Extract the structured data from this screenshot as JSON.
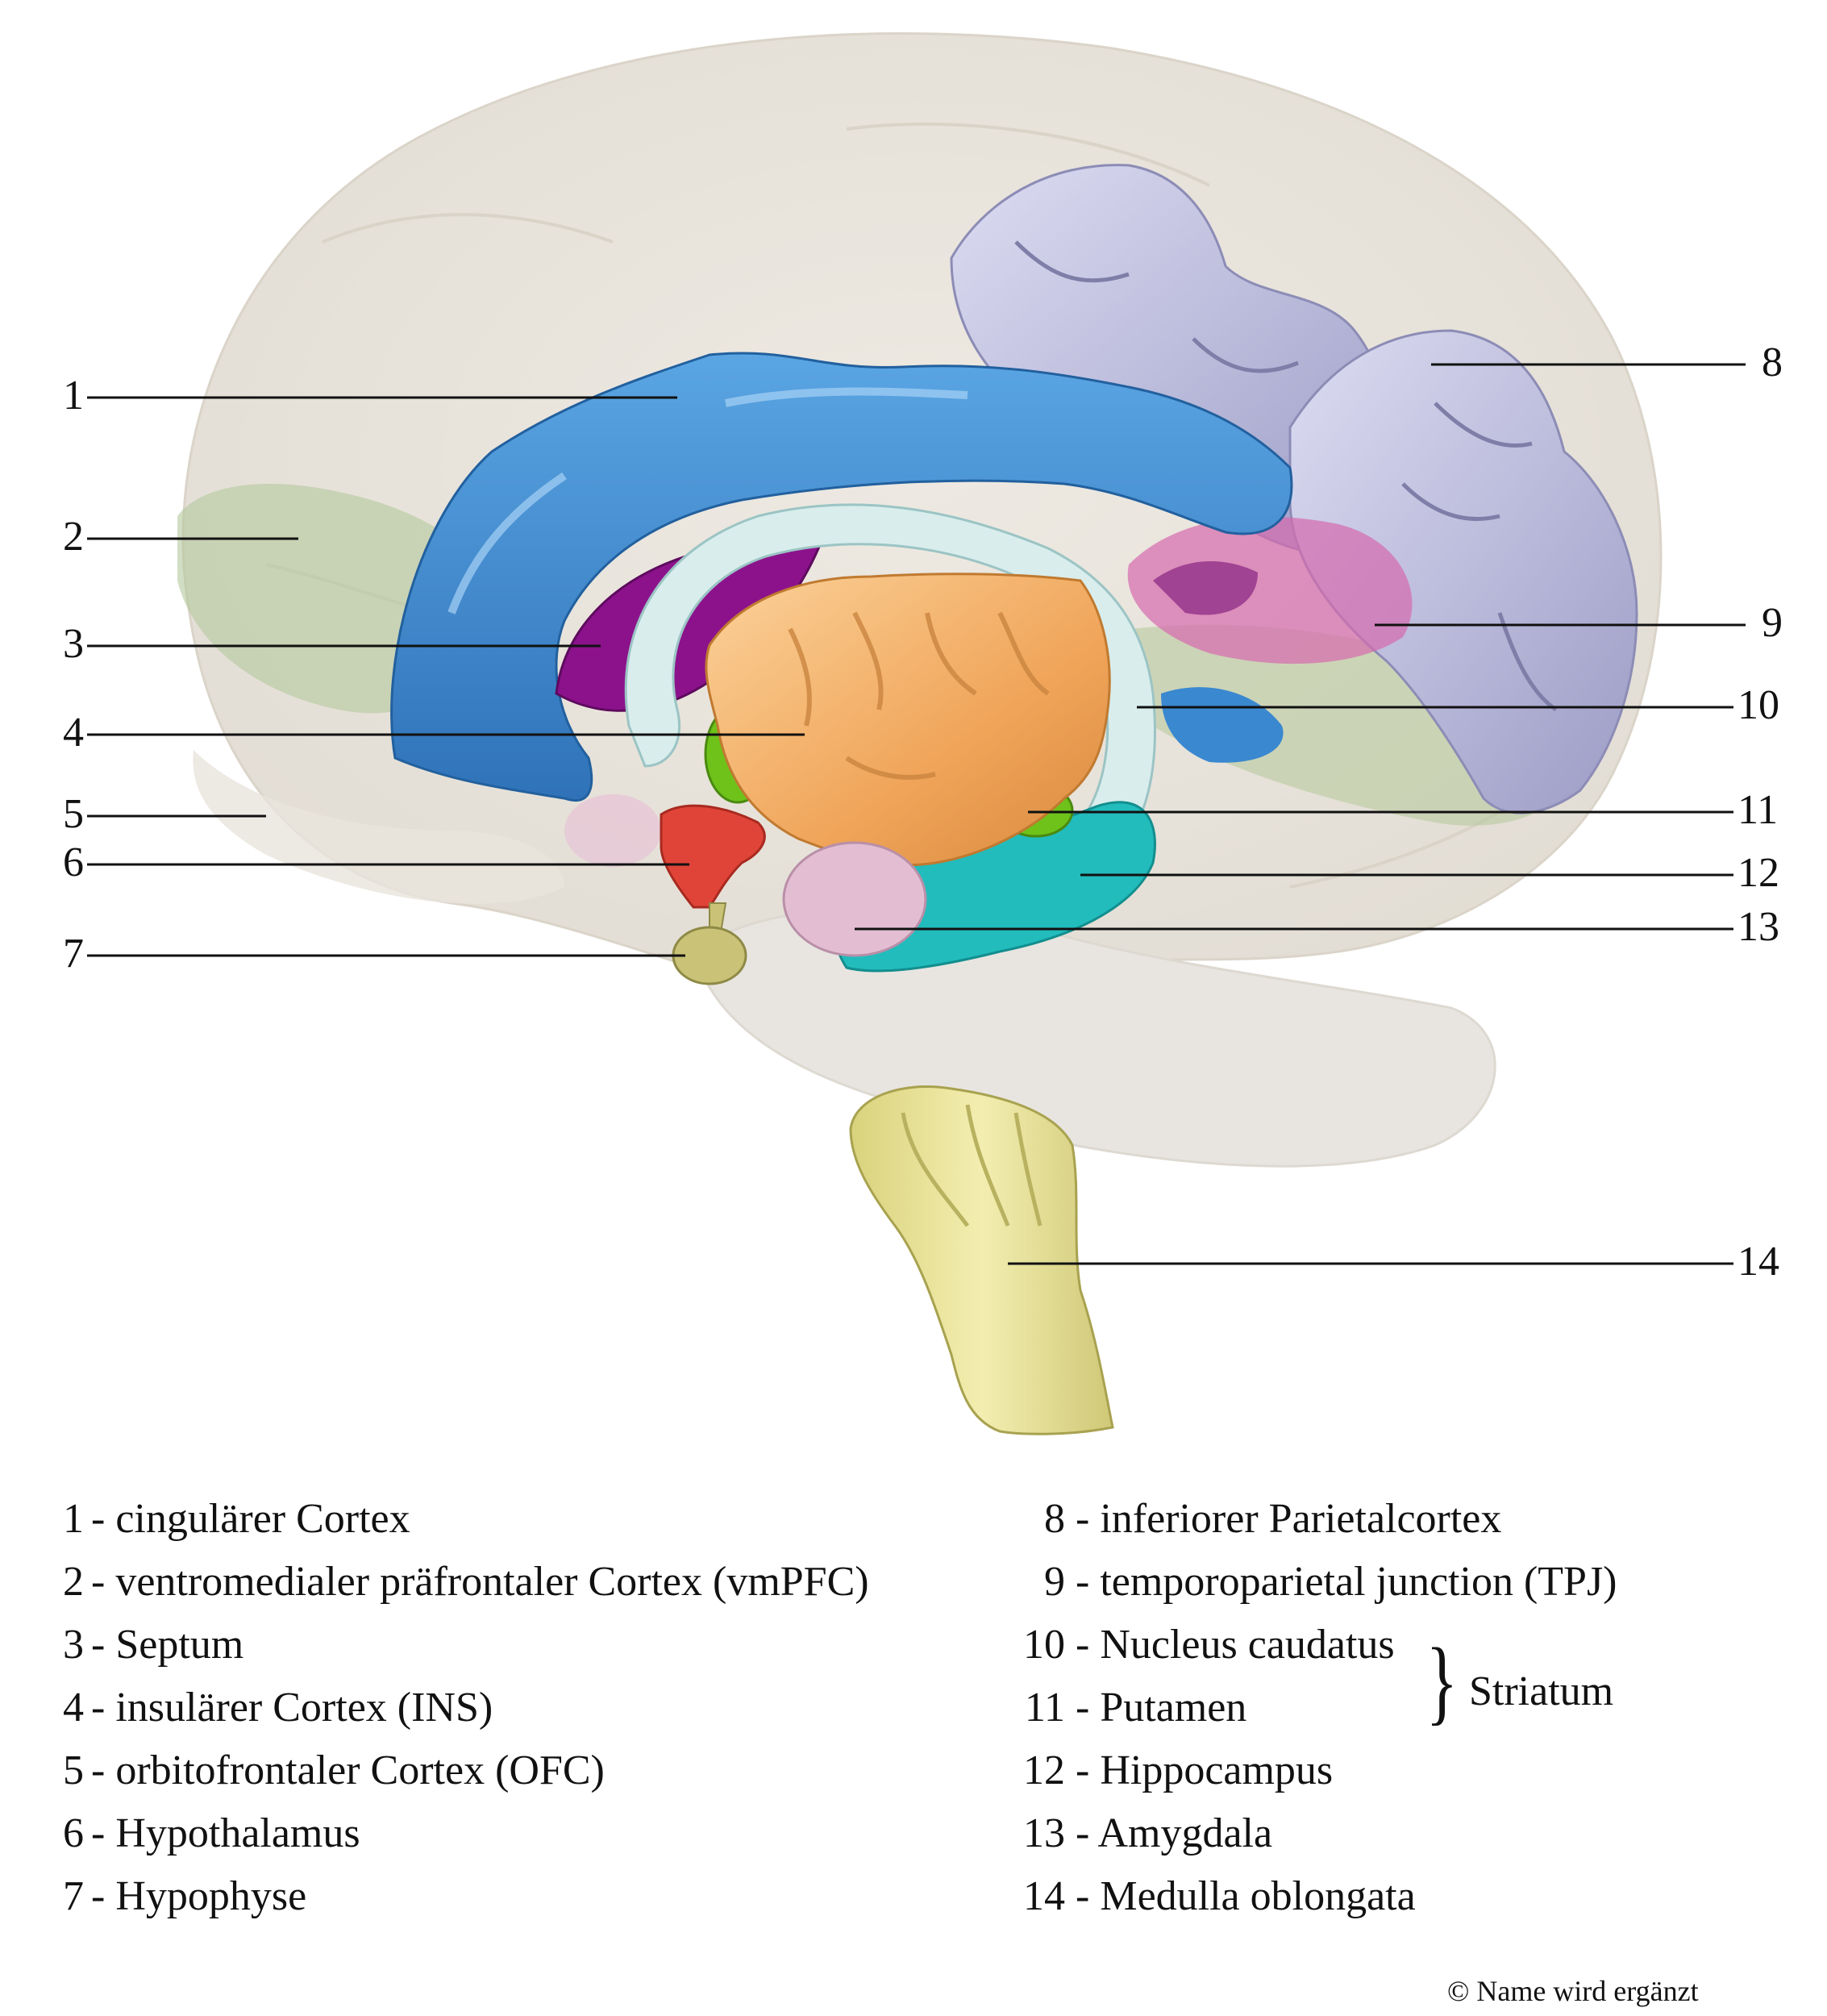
{
  "callouts": {
    "c1": "1",
    "c2": "2",
    "c3": "3",
    "c4": "4",
    "c5": "5",
    "c6": "6",
    "c7": "7",
    "c8": "8",
    "c9": "9",
    "c10": "10",
    "c11": "11",
    "c12": "12",
    "c13": "13",
    "c14": "14"
  },
  "legend": {
    "left": [
      {
        "num": "1",
        "sep": " - ",
        "label": "cingulärer Cortex"
      },
      {
        "num": "2",
        "sep": " - ",
        "label": "ventromedialer präfrontaler Cortex (vmPFC)"
      },
      {
        "num": "3",
        "sep": " - ",
        "label": "Septum"
      },
      {
        "num": "4",
        "sep": " - ",
        "label": "insulärer Cortex (INS)"
      },
      {
        "num": "5",
        "sep": " - ",
        "label": "orbitofrontaler Cortex (OFC)"
      },
      {
        "num": "6",
        "sep": " - ",
        "label": "Hypothalamus"
      },
      {
        "num": "7",
        "sep": " - ",
        "label": "Hypophyse"
      }
    ],
    "right": [
      {
        "num": "8",
        "sep": " - ",
        "label": "inferiorer Parietalcortex"
      },
      {
        "num": "9",
        "sep": " - ",
        "label": "temporoparietal junction (TPJ)"
      },
      {
        "num": "10",
        "sep": " - ",
        "label": "Nucleus caudatus"
      },
      {
        "num": "11",
        "sep": " - ",
        "label": "Putamen"
      },
      {
        "num": "12",
        "sep": " - ",
        "label": "Hippocampus"
      },
      {
        "num": "13",
        "sep": " - ",
        "label": "Amygdala"
      },
      {
        "num": "14",
        "sep": " - ",
        "label": "Medulla oblongata"
      }
    ],
    "brace": "}",
    "group_label": "Striatum"
  },
  "copyright": "© Name wird ergänzt",
  "colors": {
    "cingulate": "#3a88d0",
    "septum": "#8a128a",
    "insula": "#f2ad62",
    "putamen": "#6ec21a",
    "hypothalamus": "#e04438",
    "hypophyse": "#c9c277",
    "parietal": "#b8b8dc",
    "tpj": "#d36ab0",
    "caudate": "#d8ecec",
    "hippocampus": "#22bcbc",
    "amygdala": "#e3bed3",
    "medulla": "#ebe59a",
    "brain": "#d8d1c5",
    "vmpfc": "#b8c8a0"
  }
}
